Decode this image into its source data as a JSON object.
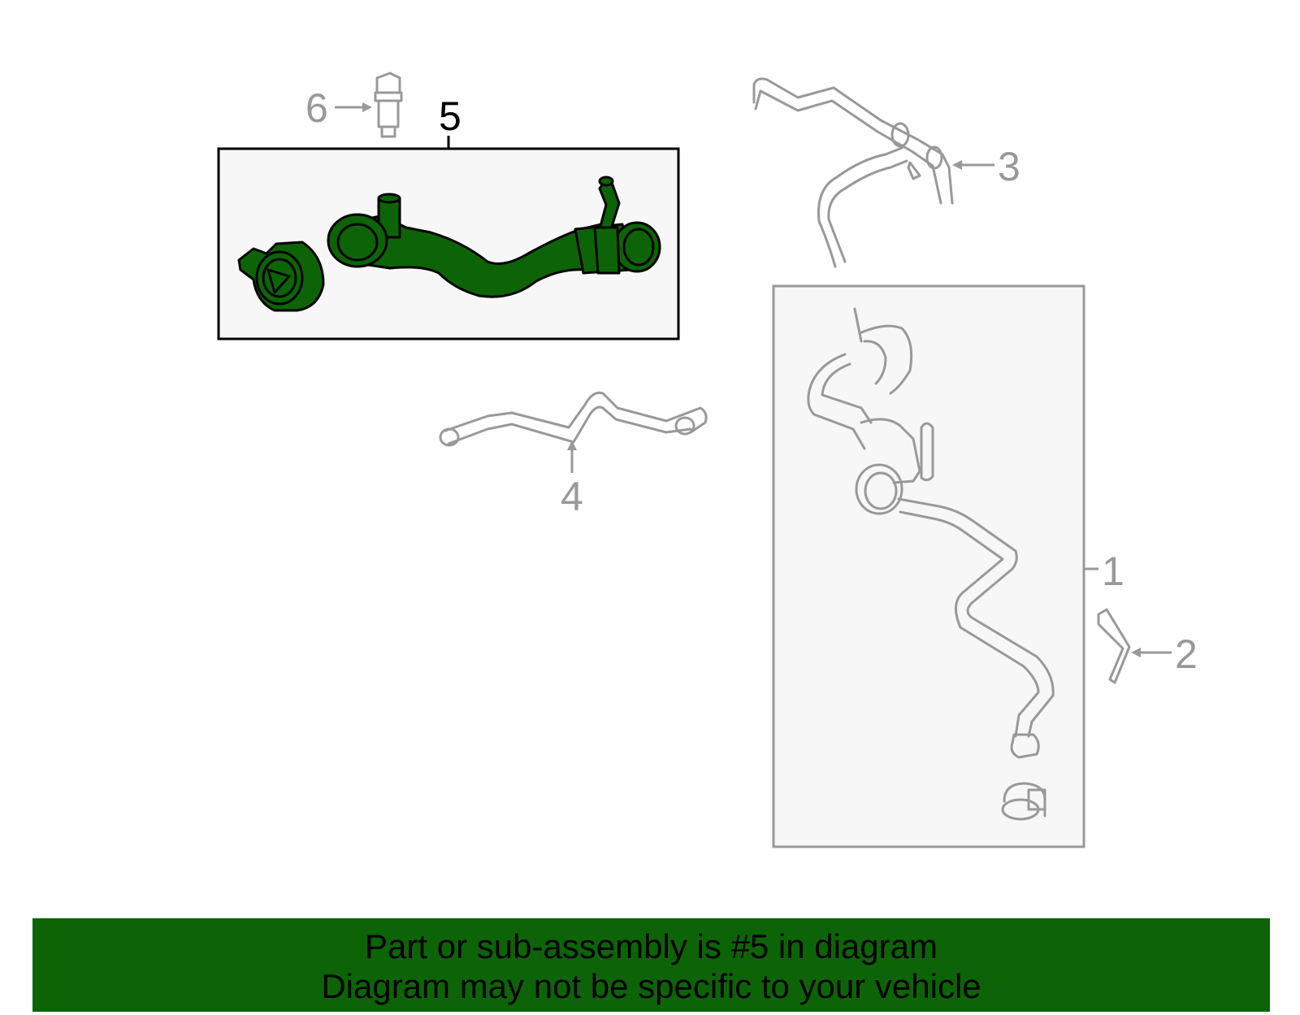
{
  "diagram": {
    "callouts": {
      "c1": "1",
      "c2": "2",
      "c3": "3",
      "c4": "4",
      "c5": "5",
      "c6": "6"
    },
    "highlight_color": "#0d6406",
    "part_line_color": "#999999",
    "box_fill": "#f7f7f7"
  },
  "banner": {
    "line1": "Part or sub-assembly is #5 in diagram",
    "line2": "Diagram may not be specific to your vehicle",
    "background": "#0d6406"
  }
}
